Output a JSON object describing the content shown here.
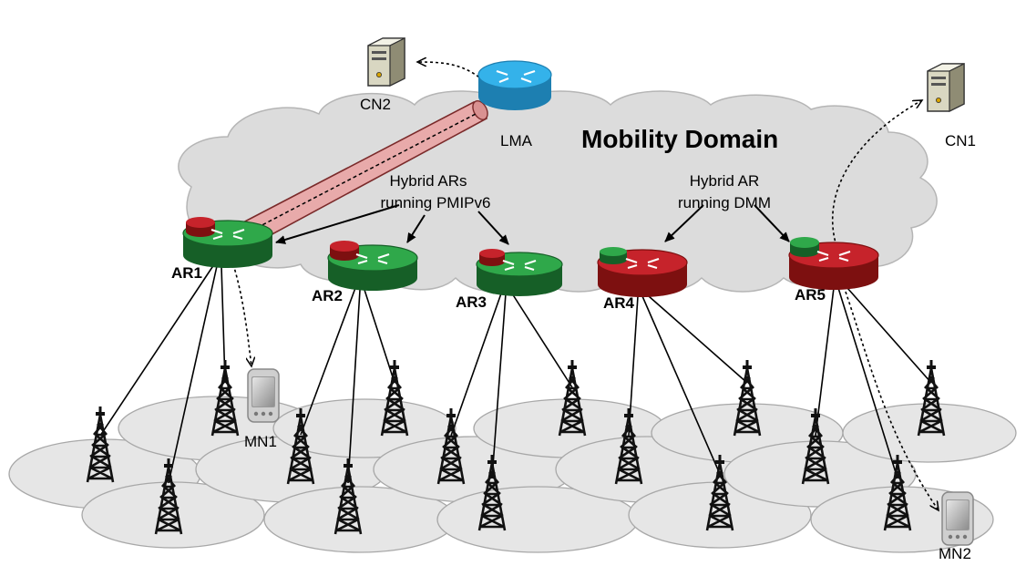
{
  "domain_title": "Mobility Domain",
  "lma": {
    "label": "LMA"
  },
  "correspondent_nodes": [
    {
      "id": "cn2",
      "label": "CN2"
    },
    {
      "id": "cn1",
      "label": "CN1"
    }
  ],
  "access_routers": [
    {
      "id": "ar1",
      "label": "AR1",
      "mode": "PMIPv6"
    },
    {
      "id": "ar2",
      "label": "AR2",
      "mode": "PMIPv6"
    },
    {
      "id": "ar3",
      "label": "AR3",
      "mode": "PMIPv6"
    },
    {
      "id": "ar4",
      "label": "AR4",
      "mode": "DMM"
    },
    {
      "id": "ar5",
      "label": "AR5",
      "mode": "DMM"
    }
  ],
  "annotations": {
    "pmipv6": {
      "line1": "Hybrid ARs",
      "line2": "running PMIPv6"
    },
    "dmm": {
      "line1": "Hybrid AR",
      "line2": "running DMM"
    }
  },
  "mobile_nodes": [
    {
      "id": "mn1",
      "label": "MN1"
    },
    {
      "id": "mn2",
      "label": "MN2"
    }
  ],
  "colors": {
    "pmipv6_router": "#1f8f3a",
    "dmm_router": "#b0161e",
    "lma_router": "#2aa6e0",
    "cloud": "#d9d9d9",
    "cell": "#e6e6e6",
    "tunnel": "#e3a3a3"
  }
}
